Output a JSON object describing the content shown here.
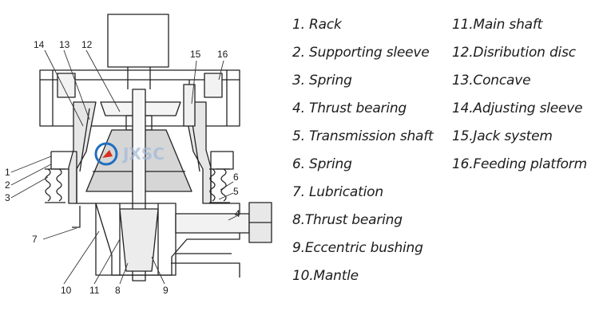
{
  "diagram": {
    "callouts": {
      "n1": "1",
      "n2": "2",
      "n3": "3",
      "n4": "4",
      "n5": "5",
      "n6": "6",
      "n7": "7",
      "n8": "8",
      "n9": "9",
      "n10": "10",
      "n11": "11",
      "n12": "12",
      "n13": "13",
      "n14": "14",
      "n15": "15",
      "n16": "16"
    },
    "watermark": "JXSC"
  },
  "legend": {
    "left": [
      "1. Rack",
      "2. Supporting sleeve",
      "3. Spring",
      "4. Thrust bearing",
      "5. Transmission shaft",
      "6. Spring",
      "7. Lubrication",
      "8.Thrust bearing",
      "9.Eccentric bushing",
      "10.Mantle"
    ],
    "right": [
      "11.Main shaft",
      "12.Disribution disc",
      "13.Concave",
      "14.Adjusting sleeve",
      "15.Jack system",
      "16.Feeding platform"
    ]
  }
}
